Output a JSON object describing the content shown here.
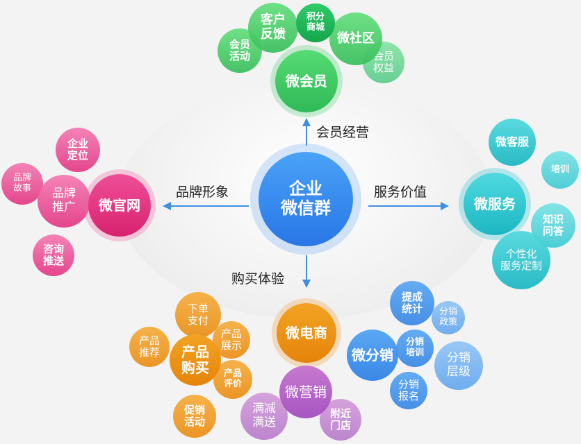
{
  "center": {
    "lines": [
      "企业",
      "微信群"
    ]
  },
  "links": {
    "top": "会员经营",
    "left": "品牌形象",
    "right": "服务价值",
    "bottom": "购买体验"
  },
  "member": {
    "main": [
      "微会员"
    ],
    "items": [
      [
        "客户",
        "反馈"
      ],
      [
        "积分",
        "商城"
      ],
      [
        "微社区"
      ],
      [
        "会员",
        "权益"
      ],
      [
        "会员",
        "活动"
      ]
    ]
  },
  "website": {
    "main": [
      "微官网"
    ],
    "items": [
      [
        "企业",
        "定位"
      ],
      [
        "品牌",
        "故事"
      ],
      [
        "品牌",
        "推广"
      ],
      [
        "咨询",
        "推送"
      ]
    ]
  },
  "service": {
    "main": [
      "微服务"
    ],
    "items": [
      [
        "微客服"
      ],
      [
        "培训"
      ],
      [
        "知识",
        "问答"
      ],
      [
        "个性化",
        "服务定制"
      ]
    ]
  },
  "ecommerce": {
    "main": [
      "微电商"
    ],
    "items": [
      [
        "下单",
        "支付"
      ],
      [
        "产品",
        "推荐"
      ],
      [
        "产品",
        "购买"
      ],
      [
        "产品",
        "展示"
      ],
      [
        "产品",
        "评价"
      ],
      [
        "促销",
        "活动"
      ]
    ]
  },
  "marketing": {
    "main": [
      "微营销"
    ],
    "items": [
      [
        "满减",
        "满送"
      ],
      [
        "附近",
        "门店"
      ]
    ]
  },
  "distribution": {
    "main": [
      "微分销"
    ],
    "items": [
      [
        "提成",
        "统计"
      ],
      [
        "分销",
        "政策"
      ],
      [
        "分销",
        "培训"
      ],
      [
        "分销",
        "层级"
      ],
      [
        "分销",
        "报名"
      ]
    ]
  }
}
